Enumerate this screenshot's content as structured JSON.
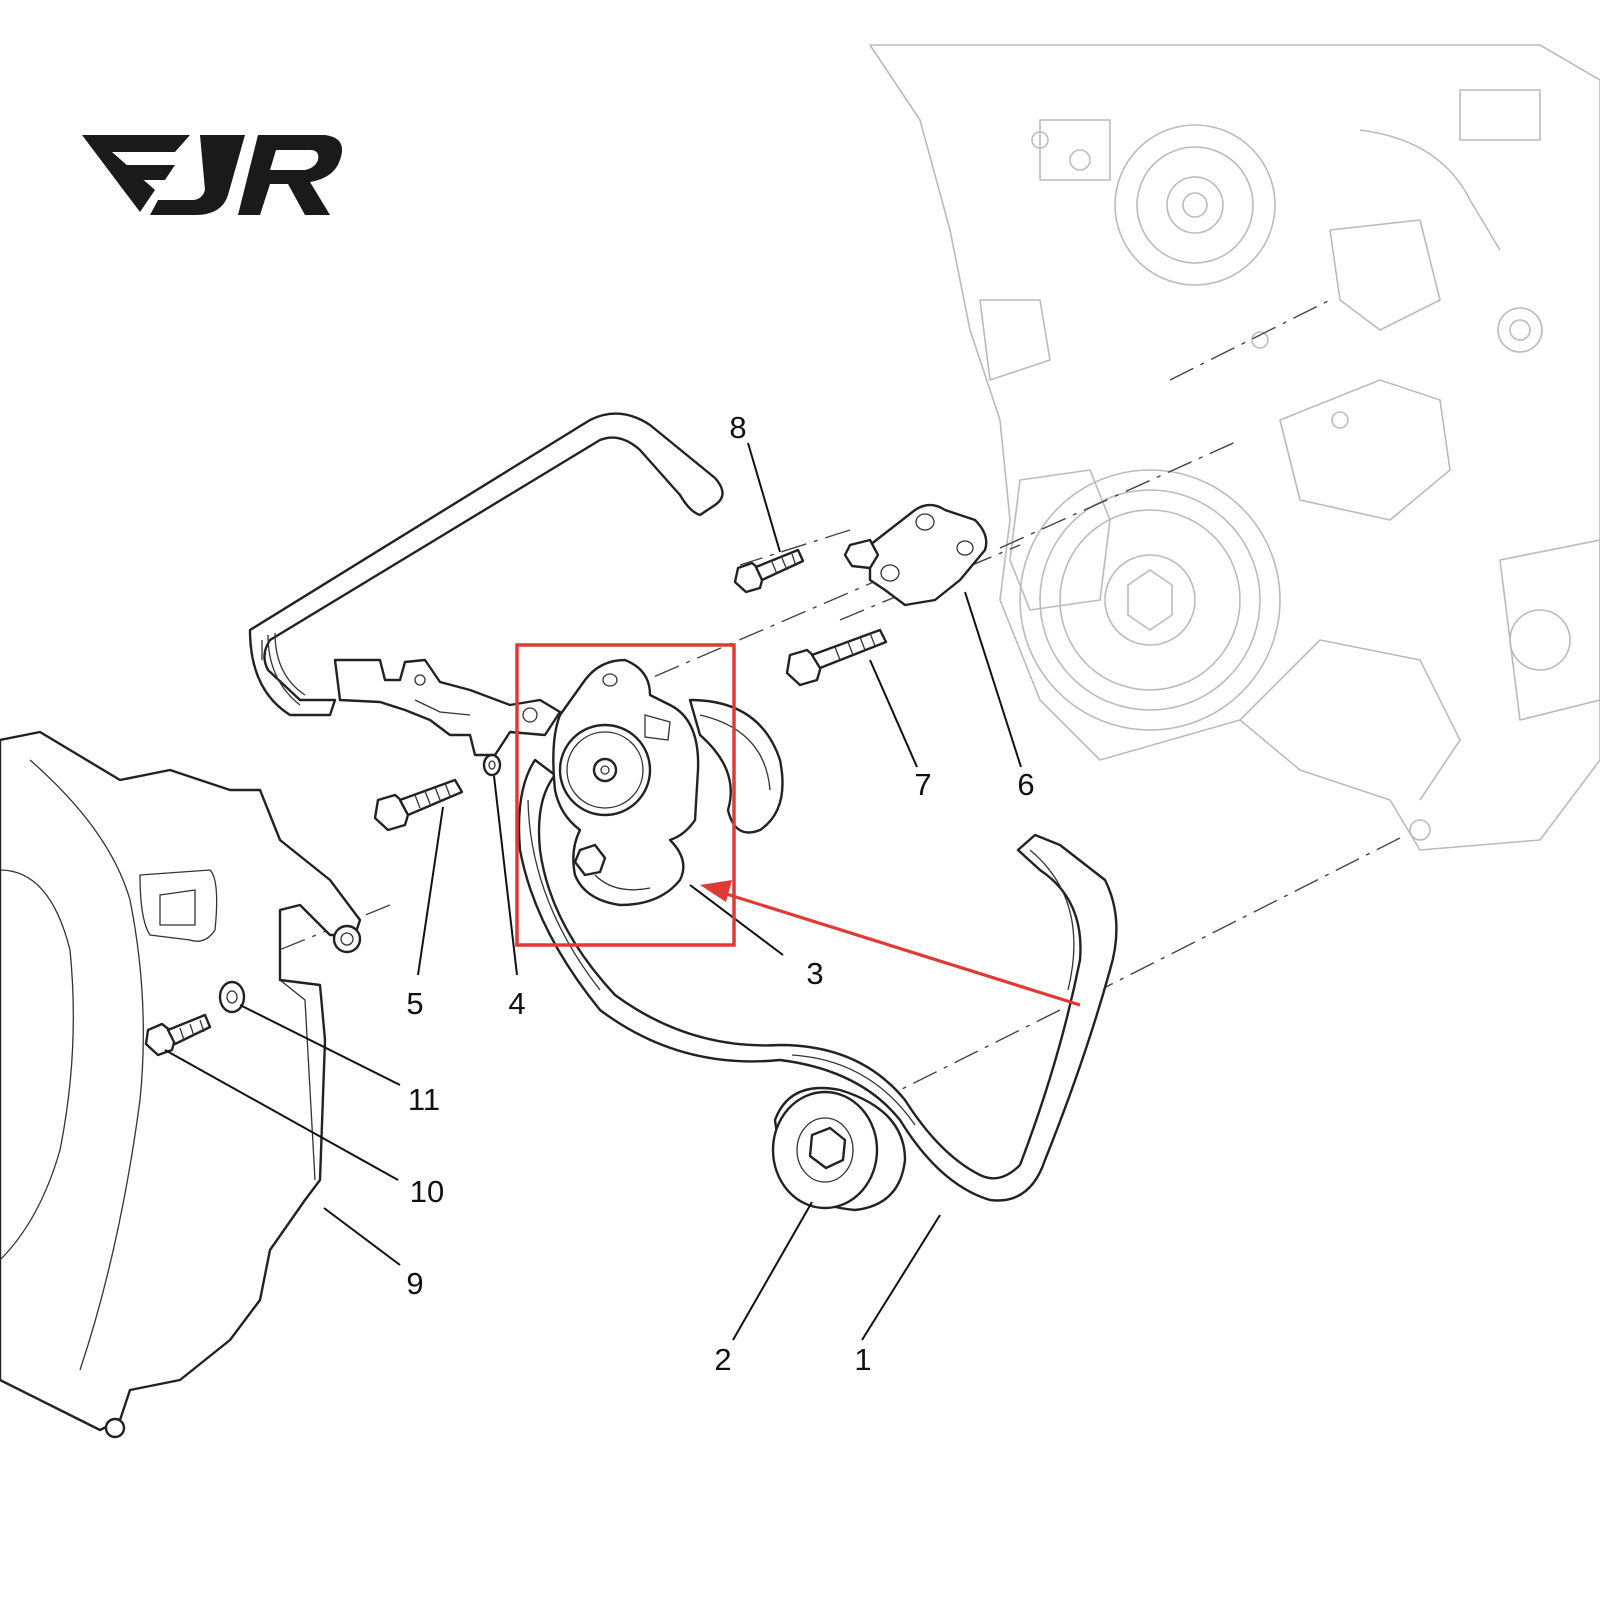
{
  "brand": {
    "logo_text": "EJR",
    "color": "#1a1a1a"
  },
  "highlight": {
    "color": "#e03a35",
    "highlighted_part": "3"
  },
  "callouts": [
    {
      "id": "c1",
      "label": "1"
    },
    {
      "id": "c2",
      "label": "2"
    },
    {
      "id": "c3",
      "label": "3"
    },
    {
      "id": "c4",
      "label": "4"
    },
    {
      "id": "c5",
      "label": "5"
    },
    {
      "id": "c6",
      "label": "6"
    },
    {
      "id": "c7",
      "label": "7"
    },
    {
      "id": "c8",
      "label": "8"
    },
    {
      "id": "c9",
      "label": "9"
    },
    {
      "id": "c10",
      "label": "10"
    },
    {
      "id": "c11",
      "label": "11"
    }
  ],
  "icons": [
    "logo",
    "drive-belt",
    "idler-pulley",
    "belt-tensioner",
    "bracket",
    "bolt",
    "washer",
    "engine-block",
    "cover",
    "arrow"
  ]
}
